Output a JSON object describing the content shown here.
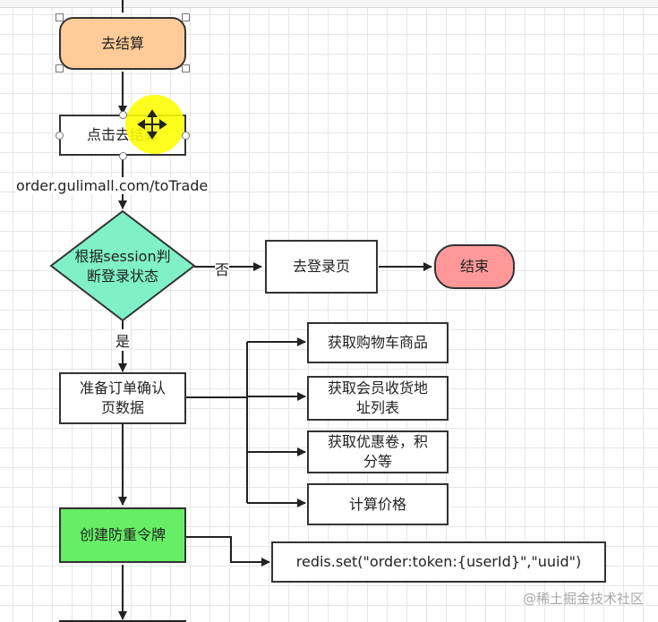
{
  "nodes": {
    "checkout": "去结算",
    "click_checkout": "点击去结算",
    "decision_line1": "根据session判",
    "decision_line2": "断登录状态",
    "login_page": "去登录页",
    "end": "结束",
    "prepare_line1": "准备订单确认",
    "prepare_line2": "页数据",
    "get_cart": "获取购物车商品",
    "get_address_line1": "获取会员收货地",
    "get_address_line2": "址列表",
    "get_coupon_line1": "获取优惠卷，积",
    "get_coupon_line2": "分等",
    "calc_price": "计算价格",
    "create_token": "创建防重令牌",
    "redis_set": "redis.set(\"order:token:{userId}\",\"uuid\")"
  },
  "labels": {
    "url": "order.gulimall.com/toTrade",
    "no": "否",
    "yes": "是"
  },
  "watermark": "@稀土掘金技术社区",
  "colors": {
    "checkout_fill": "#ffcc99",
    "decision_fill": "#80f0c8",
    "end_fill": "#ff9999",
    "token_fill": "#66ee66",
    "highlight": "#ffff00"
  },
  "icons": [
    "move-cursor-icon"
  ]
}
